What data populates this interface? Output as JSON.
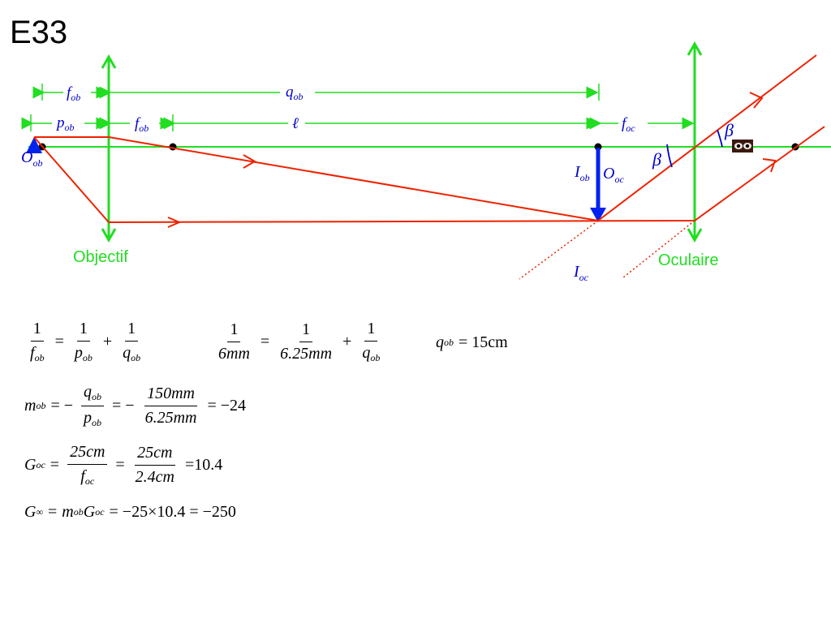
{
  "title": "E33",
  "diagram": {
    "labels": {
      "objectif": "Objectif",
      "oculaire": "Oculaire",
      "f": "f",
      "ob": "ob",
      "oc": "oc",
      "p": "p",
      "q": "q",
      "ell": "ℓ",
      "O": "O",
      "I": "I",
      "beta": "β"
    },
    "colors": {
      "lens": "#22dd22",
      "axis": "#22dd22",
      "ray": "#ee2200",
      "image": "#0022ee",
      "symbol": "#0000cc"
    },
    "icons": [
      "eye-icon"
    ]
  },
  "equations": {
    "eq1": {
      "one": "1",
      "f": "f",
      "p": "p",
      "q": "q",
      "ob": "ob",
      "eq": "=",
      "plus": "+"
    },
    "eq2": {
      "one": "1",
      "d1": "6mm",
      "d2": "6.25mm",
      "q": "q",
      "ob": "ob",
      "eq": "=",
      "plus": "+"
    },
    "eq3": {
      "q": "q",
      "ob": "ob",
      "rhs": "= 15cm"
    },
    "eq4": {
      "m": "m",
      "ob": "ob",
      "q": "q",
      "p": "p",
      "eqneg": "= −",
      "n2": "150mm",
      "d2": "6.25mm",
      "rhs": "= −24"
    },
    "eq5": {
      "G": "G",
      "oc": "oc",
      "n1": "25cm",
      "f": "f",
      "n2": "25cm",
      "d2": "2.4cm",
      "eq": "=",
      "rhs": "=10.4"
    },
    "eq6": {
      "G": "G",
      "inf": "∞",
      "m": "m",
      "ob": "ob",
      "oc": "oc",
      "rhs": "= −25×10.4 = −250",
      "eq": "="
    }
  }
}
